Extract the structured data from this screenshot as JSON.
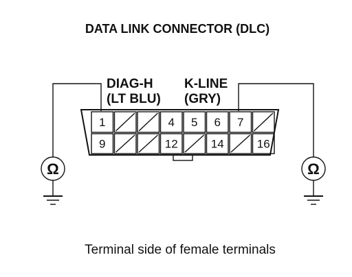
{
  "title": "DATA LINK CONNECTOR (DLC)",
  "labels": {
    "diag_h": "DIAG-H",
    "diag_h_color": "(LT BLU)",
    "k_line": "K-LINE",
    "k_line_color": "(GRY)"
  },
  "pins": {
    "top": [
      "1",
      "",
      "",
      "4",
      "5",
      "6",
      "7",
      ""
    ],
    "bottom": [
      "9",
      "",
      "",
      "12",
      "",
      "14",
      "",
      "16"
    ]
  },
  "meter_symbol": "Ω",
  "caption": "Terminal side of female terminals",
  "colors": {
    "ink": "#111111",
    "background": "#ffffff"
  }
}
